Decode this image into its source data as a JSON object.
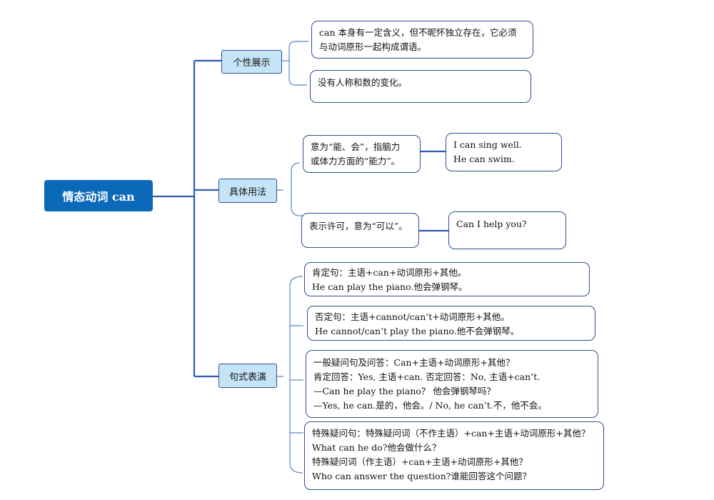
{
  "root": {
    "label": "情态动词 can"
  },
  "branches": {
    "personality": {
      "label": "个性展示",
      "nodes": [
        {
          "lines": [
            "can 本身有一定含义，但不昵怀独立存在，它必须",
            "与动词原形一起构成谓语。"
          ]
        },
        {
          "lines": [
            "没有人称和数的变化。"
          ]
        }
      ]
    },
    "usage": {
      "label": "具体用法",
      "nodes": [
        {
          "lines": [
            "意为“能、会”，指脑力",
            "或体力方面的“能力”。"
          ],
          "example": [
            "I can sing well.",
            "He can swim."
          ]
        },
        {
          "lines": [
            "表示许可，意为“可以”。"
          ],
          "example": [
            "Can I help you?"
          ]
        }
      ]
    },
    "patterns": {
      "label": "句式表演",
      "nodes": [
        {
          "lines": [
            "肯定句：主语+can+动词原形+其他。",
            "He can play the piano.他会弹钢琴。"
          ]
        },
        {
          "lines": [
            "否定句：主语+cannot/can’t+动词原形+其他。",
            "He cannot/can’t play the piano.他不会弹钢琴。"
          ]
        },
        {
          "lines": [
            "一般疑问句及问答：Can+主语+动词原形+其他？",
            "肯定回答：Yes, 主语+can.  否定回答：No, 主语+can’t.",
            "—Can he play the piano？ 他会弹钢琴吗？",
            "—Yes, he can.是的，他会。/ No, he can’t.不，他不会。"
          ]
        },
        {
          "lines": [
            "特殊疑问句：特殊疑问词（不作主语）+can+主语+动词原形+其他？",
            "What can he do?他会做什么？",
            "特殊疑问词（作主语）+can+主语+动词原形+其他？",
            "Who can answer the question?谁能回答这个问题？"
          ]
        }
      ]
    }
  },
  "colors": {
    "root_bg": "#0b69b9",
    "category_bg": "#c6e4f7",
    "line": "#2f5db0"
  }
}
